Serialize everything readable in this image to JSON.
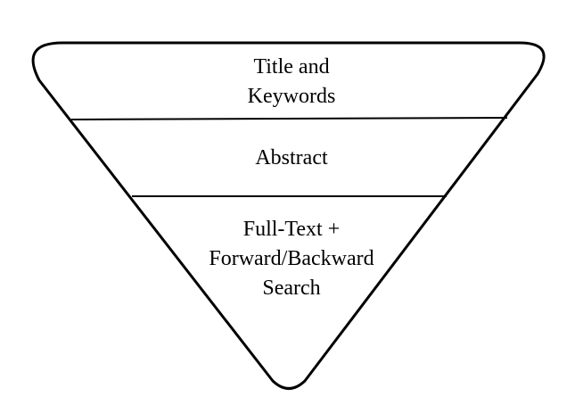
{
  "diagram": {
    "type": "inverted-funnel",
    "stroke_color": "#000000",
    "fill_color": "#ffffff",
    "stages": [
      {
        "lines": [
          "Title and",
          "Keywords"
        ]
      },
      {
        "lines": [
          "Abstract"
        ]
      },
      {
        "lines": [
          "Full-Text +",
          "Forward/Backward",
          "Search"
        ]
      }
    ]
  }
}
